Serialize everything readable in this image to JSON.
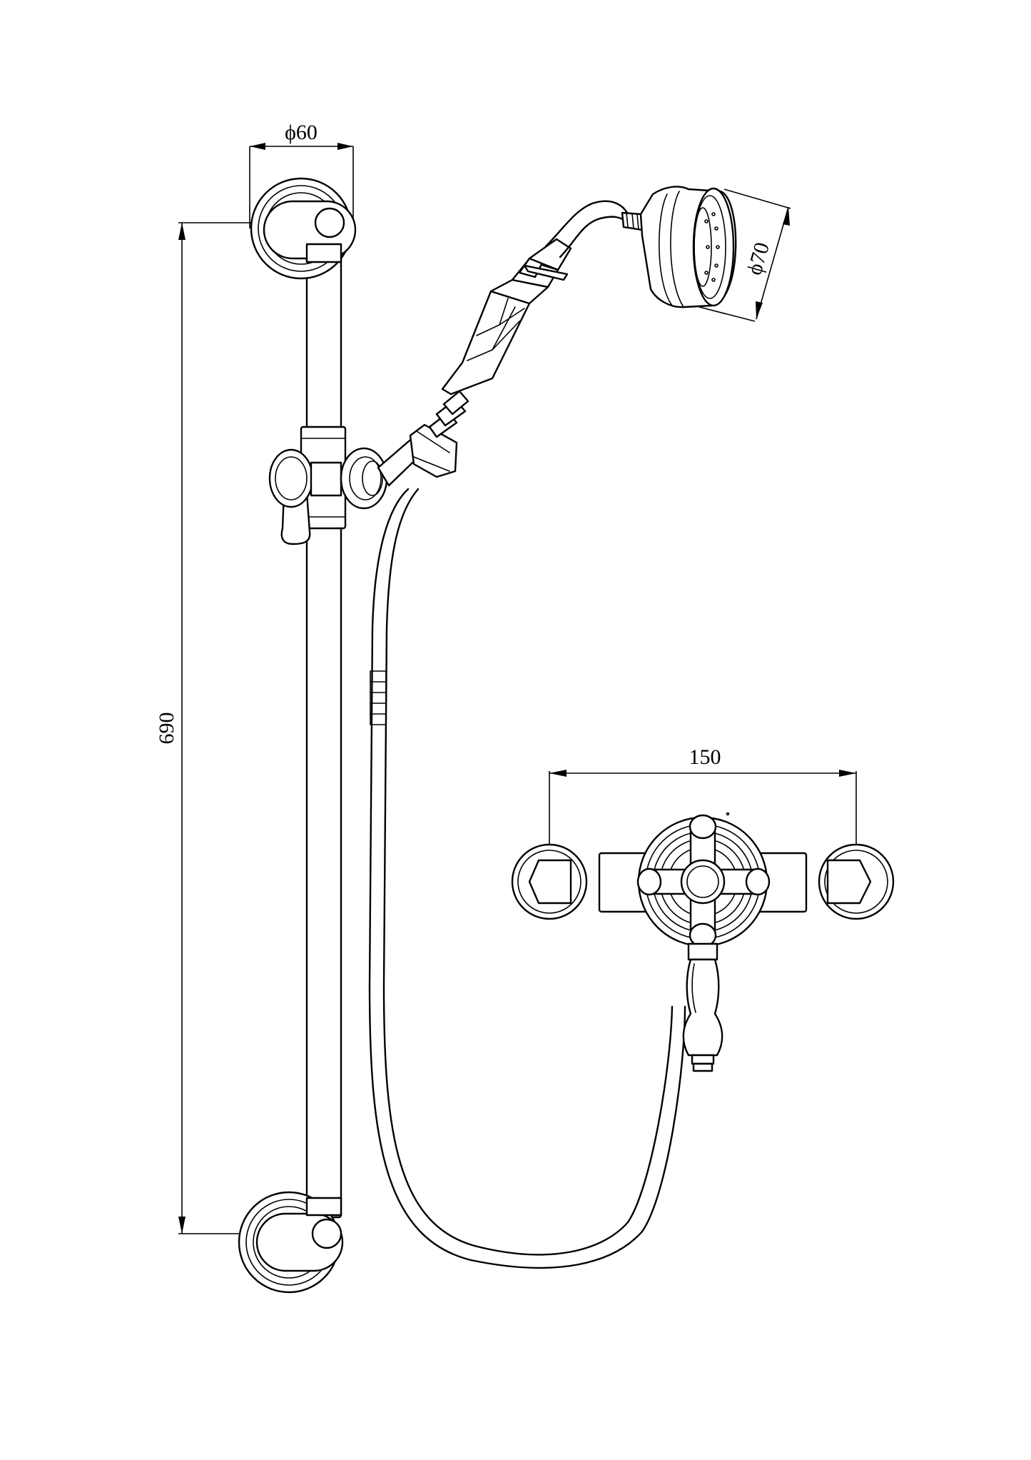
{
  "dimensions": {
    "rail_flange_diameter": "ϕ60",
    "rail_height": "690",
    "head_diameter": "ϕ70",
    "valve_centres": "150"
  },
  "colors": {
    "line": "#000000",
    "background": "#ffffff"
  }
}
